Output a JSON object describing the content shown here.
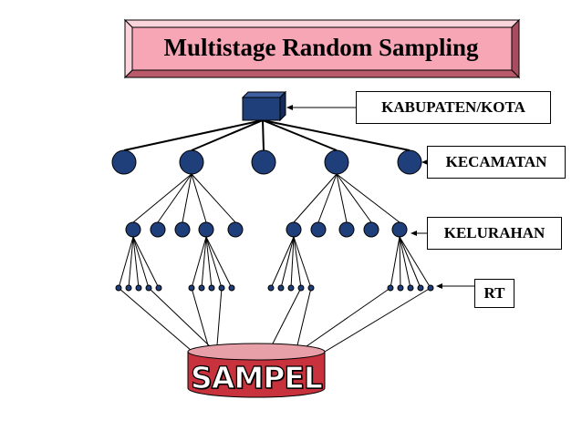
{
  "title": "Multistage Random Sampling",
  "levels": {
    "kabupaten": "KABUPATEN/KOTA",
    "kecamatan": "KECAMATAN",
    "kelurahan": "KELURAHAN",
    "rt": "RT"
  },
  "sample_label": "SAMPEL",
  "colors": {
    "title_fill": "#f6a6b4",
    "title_shadow": "#a84d5f",
    "node_fill": "#1f3f7a",
    "cylinder_fill": "#c8323c",
    "cylinder_top": "#e8a0a8"
  }
}
